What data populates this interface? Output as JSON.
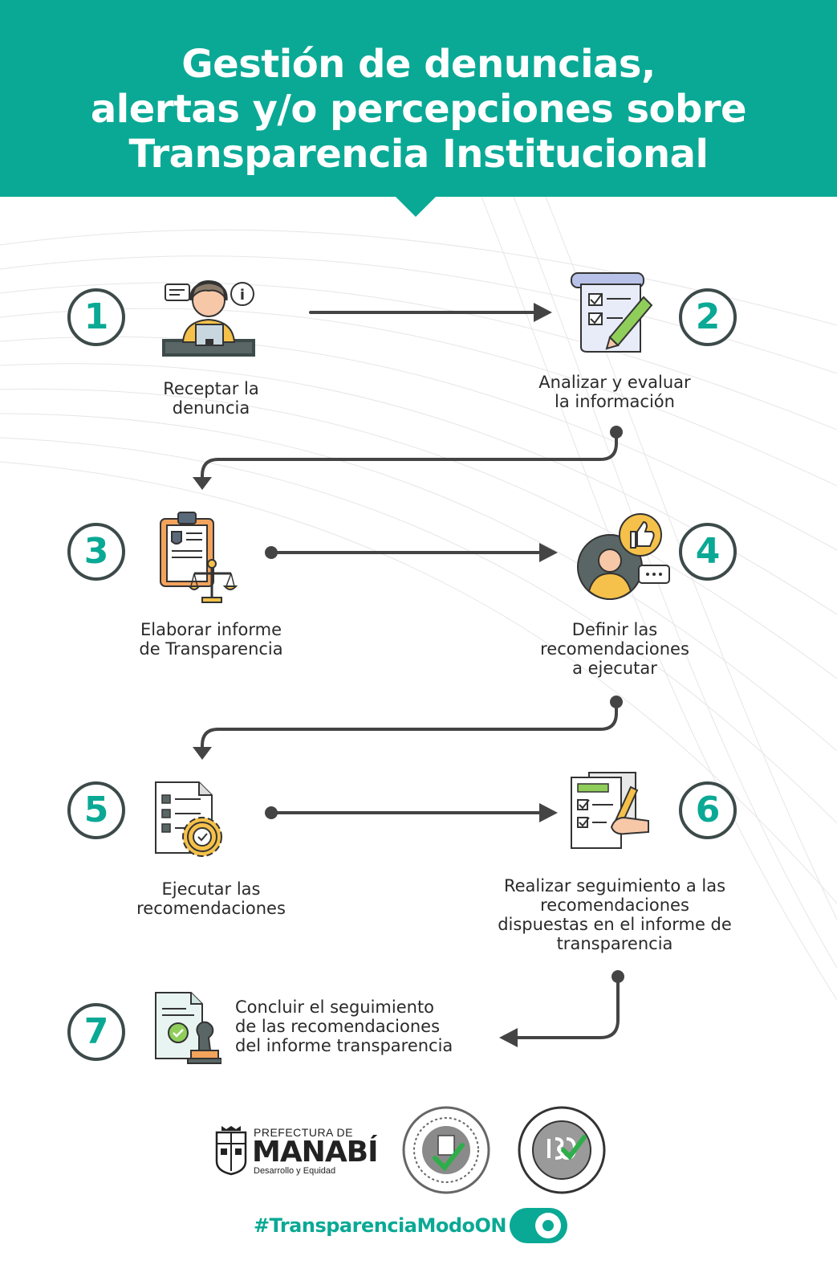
{
  "header": {
    "title_lines": [
      "Gestión de denuncias,",
      "alertas y/o percepciones sobre",
      "Transparencia Institucional"
    ]
  },
  "steps": [
    {
      "number": "1",
      "label_lines": [
        "Receptar la",
        "denuncia"
      ],
      "icon": "operator-with-speech-bubbles-icon"
    },
    {
      "number": "2",
      "label_lines": [
        "Analizar y evaluar",
        "la información"
      ],
      "icon": "checklist-document-with-pencil-icon"
    },
    {
      "number": "3",
      "label_lines": [
        "Elaborar informe",
        "de Transparencia"
      ],
      "icon": "clipboard-report-with-scales-icon"
    },
    {
      "number": "4",
      "label_lines": [
        "Definir las",
        "recomendaciones",
        "a ejecutar"
      ],
      "icon": "person-with-thumbs-up-icon"
    },
    {
      "number": "5",
      "label_lines": [
        "Ejecutar las",
        "recomendaciones"
      ],
      "icon": "checklist-with-gear-icon"
    },
    {
      "number": "6",
      "label_lines": [
        "Realizar seguimiento a las",
        "recomendaciones",
        "dispuestas en el informe de",
        "transparencia"
      ],
      "icon": "checklist-with-hand-and-pen-icon"
    },
    {
      "number": "7",
      "label_lines": [
        "Concluir el seguimiento",
        "de las recomendaciones",
        "del informe transparencia"
      ],
      "icon": "document-with-stamp-icon"
    }
  ],
  "footer": {
    "logo_line1": "PREFECTURA DE",
    "logo_line2": "MANABÍ",
    "logo_line3": "Desarrollo y Equidad",
    "hashtag": "#TransparenciaModoON"
  },
  "colors": {
    "accent": "#0aa995",
    "dark": "#3d4a4a",
    "text": "#2a2a2a"
  }
}
